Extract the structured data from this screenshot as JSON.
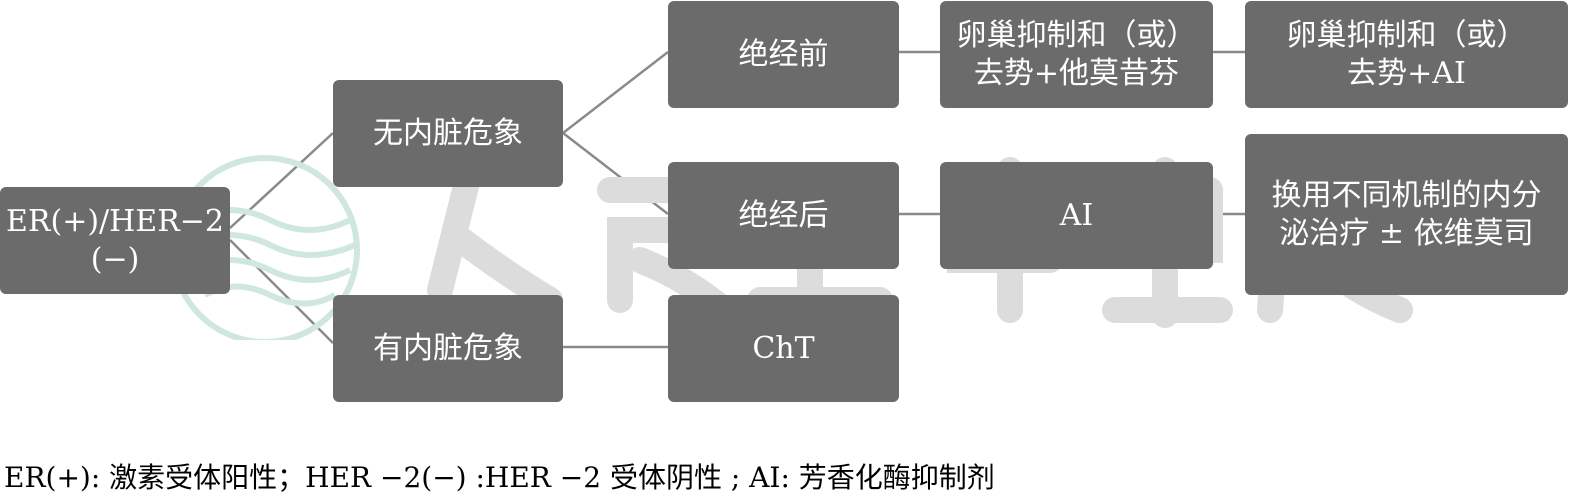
{
  "diagram": {
    "nodes": {
      "root": [
        "ER(+)/HER−2",
        "(−)"
      ],
      "no_visceral": [
        "无内脏危象"
      ],
      "visceral": [
        "有内脏危象"
      ],
      "premenopausal": [
        "绝经前"
      ],
      "postmenopausal": [
        "绝经后"
      ],
      "cht": [
        "ChT"
      ],
      "ovarian_tamoxifen": [
        "卵巢抑制和（或）",
        "去势+他莫昔芬"
      ],
      "ovarian_ai": [
        "卵巢抑制和（或）",
        "去势+AI"
      ],
      "ai": [
        "AI"
      ],
      "switch_endocrine": [
        "换用不同机制的内分",
        "泌治疗 ± 依维莫司"
      ]
    }
  },
  "legend": {
    "text": "ER(+): 激素受体阳性；HER −2(−) :HER −2 受体阴性 ; AI: 芳香化酶抑制剂"
  },
  "colors": {
    "node_fill": "#6b6b6b",
    "node_text": "#ffffff",
    "connector": "#8a8a8a",
    "watermark_gray": "#d9d9d9",
    "watermark_teal": "#cfe7e0"
  }
}
